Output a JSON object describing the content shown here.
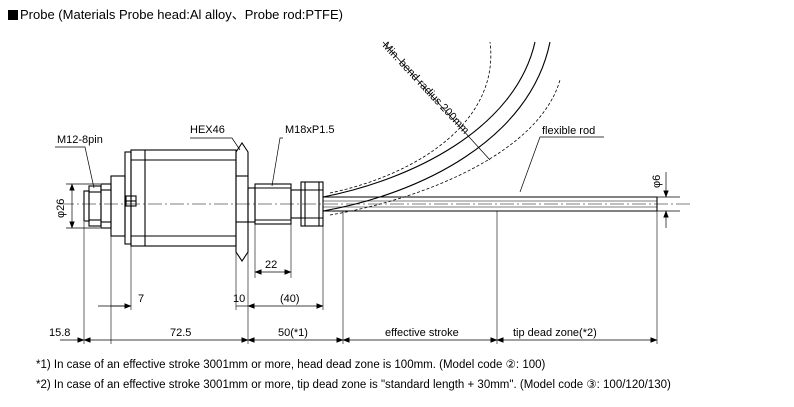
{
  "title": "Probe (Materials  Probe head:Al alloy、Probe rod:PTFE)",
  "labels": {
    "connector": "M12-8pin",
    "hex": "HEX46",
    "thread": "M18xP1.5",
    "bend_radius": "Min. bend radius 200mm",
    "flexible_rod": "flexible rod",
    "dia_head": "φ26",
    "dia_rod": "φ6"
  },
  "dimensions": {
    "d22": "22",
    "d7": "7",
    "d10": "10",
    "d40": "(40)",
    "d15_8": "15.8",
    "d72_5": "72.5",
    "d50": "50(*1)",
    "effective_stroke": "effective stroke",
    "tip_dead_zone": "tip dead zone(*2)"
  },
  "notes": [
    "*1) In case of an effective stroke 3001mm or more, head dead zone is 100mm. (Model code ②: 100)",
    "*2) In case of an effective stroke 3001mm or more, tip dead zone is \"standard length + 30mm\". (Model code ③: 100/120/130)"
  ]
}
